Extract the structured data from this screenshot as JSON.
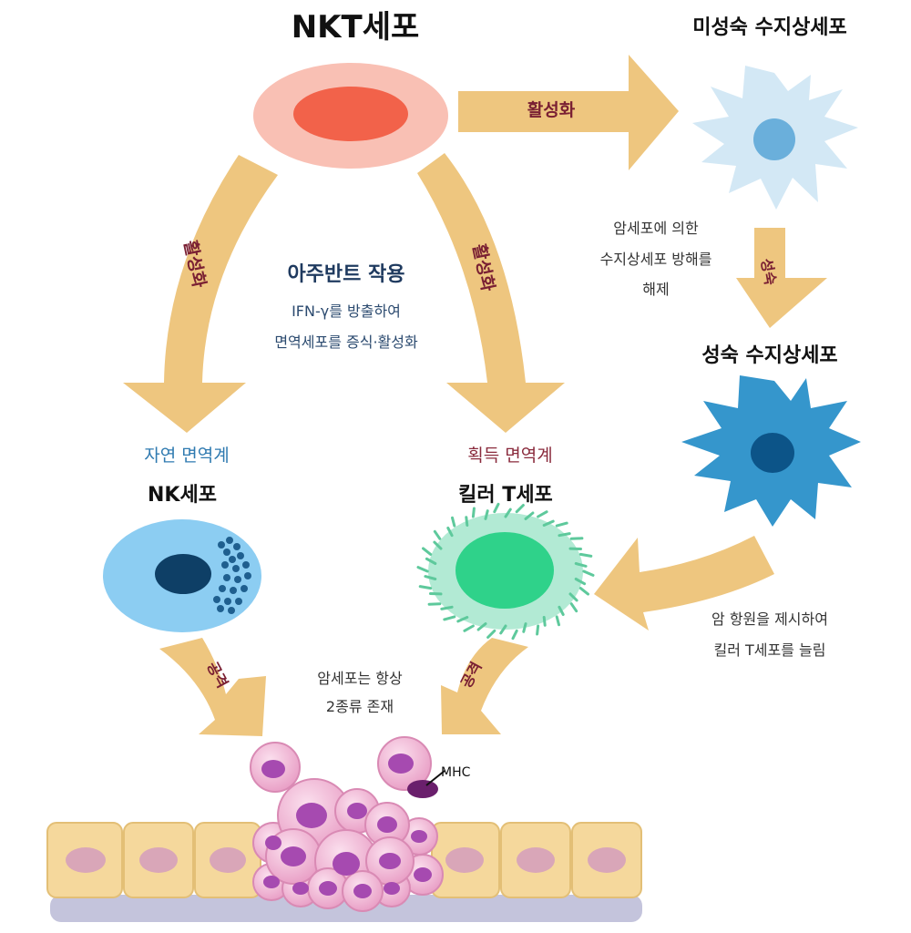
{
  "title": "NKT세포",
  "nodes": {
    "immature_dc": "미성숙 수지상세포",
    "mature_dc": "성숙 수지상세포",
    "nk_cell": "NK세포",
    "killer_t": "킬러 T세포"
  },
  "systems": {
    "innate": "자연 면역계",
    "acquired": "획득 면역계"
  },
  "arrows": {
    "activate_right": "활성화",
    "activate_left": "활성화",
    "activate_mid": "활성화",
    "maturation": "성숙",
    "attack_left": "공격",
    "attack_right": "공격"
  },
  "center": {
    "heading": "아주반트 작용",
    "line1": "IFN-γ를 방출하여",
    "line2": "면역세포를 증식·활성화"
  },
  "notes": {
    "release_line1": "암세포에 의한",
    "release_line2": "수지상세포 방해를",
    "release_line3": "해제",
    "present_line1": "암 항원을 제시하여",
    "present_line2": "킬러 T세포를 늘림",
    "tumor_line1": "암세포는 항상",
    "tumor_line2": "2종류 존재"
  },
  "mhc_label": "MHC",
  "colors": {
    "arrow": "#eec67f",
    "nkt_outer": "#f9c0b4",
    "nkt_inner": "#f2624a",
    "nk_cell": "#8ccdf2",
    "nk_nucleus": "#0e3f66",
    "killer_outer": "#b2ead4",
    "killer_inner": "#2fd28a",
    "immature_dc": "#d3e8f5",
    "immature_nucleus": "#6aafdb",
    "mature_dc": "#3596cc",
    "mature_nucleus": "#0c5488",
    "cancer_cell": "#f3bcd6",
    "cancer_nucleus": "#a64ab0",
    "tissue_cell": "#f5d89c",
    "tissue_nucleus": "#d9a6b8",
    "mhc": "#6a1f6c"
  }
}
